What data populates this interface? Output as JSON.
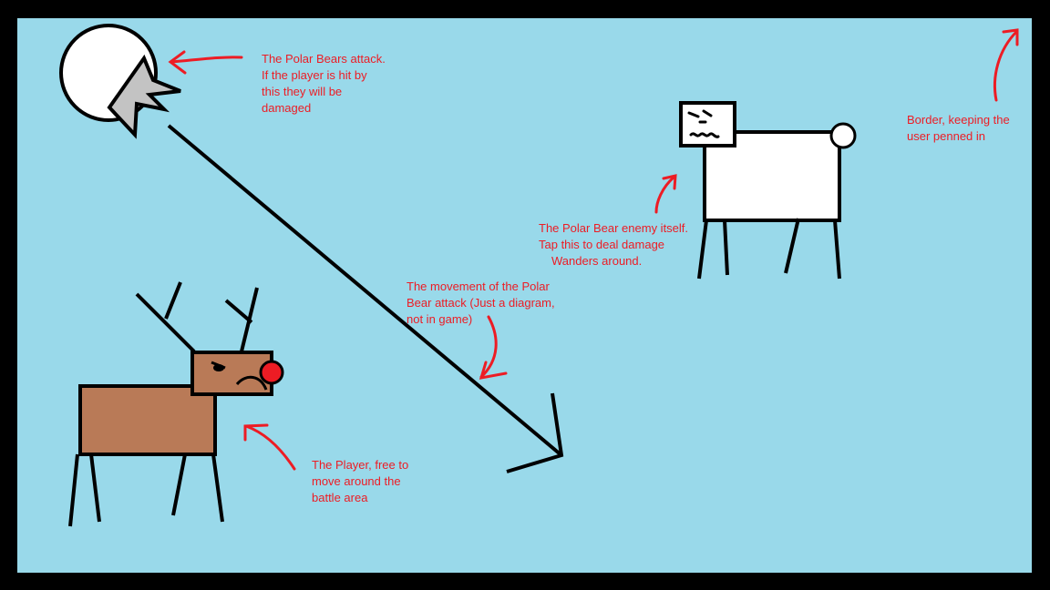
{
  "colors": {
    "border": "#000000",
    "arena": "#99d9ea",
    "annotation": "#ed1c24",
    "reindeer_body": "#b97a57",
    "reindeer_nose": "#ed1c24",
    "polar_bear": "#ffffff",
    "attack_spikes": "#c3c3c3"
  },
  "annotations": {
    "attack": [
      "The Polar Bears attack.",
      "If the player is hit by",
      "this they will be",
      "damaged"
    ],
    "border": [
      "Border, keeping the",
      "user penned in"
    ],
    "enemy": [
      "The Polar Bear enemy itself.",
      "Tap this to deal damage",
      "Wanders around."
    ],
    "movement": [
      "The movement of the Polar",
      "Bear attack (Just a diagram,",
      "not in game)"
    ],
    "player": [
      "The Player, free to",
      "move around the",
      "battle area"
    ]
  },
  "icons": {
    "attack": "snowball-attack-icon",
    "enemy": "polar-bear-icon",
    "player": "reindeer-player-icon",
    "movement": "trajectory-arrow-icon"
  }
}
